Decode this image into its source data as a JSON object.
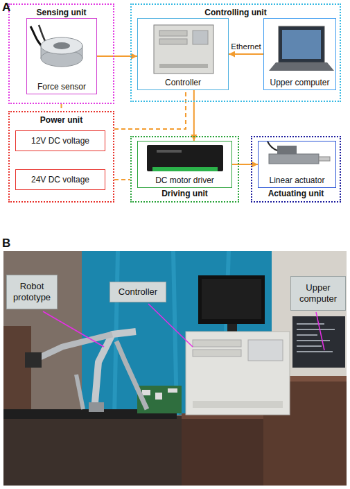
{
  "diagram": {
    "nodes": [
      {
        "text": [
          "Sensing unit"
        ]
      },
      {
        "text": [
          "Force sensor"
        ],
        "in": 0
      },
      {
        "text": [
          "Controlling unit"
        ]
      },
      {
        "text": [
          "Controller"
        ],
        "in": 2
      },
      {
        "text": [
          "Upper computer"
        ],
        "in": 2
      },
      {
        "text": [
          "Power unit"
        ]
      },
      {
        "text": [
          "12V DC voltage"
        ],
        "in": 5
      },
      {
        "text": [
          "24V DC voltage"
        ],
        "in": 5
      },
      {
        "text": [
          "Driving unit"
        ]
      },
      {
        "text": [
          "DC motor driver"
        ],
        "in": 8
      },
      {
        "text": [
          "Actuating unit"
        ]
      },
      {
        "text": [
          "Linear actuator"
        ],
        "in": 10
      },
      {
        "text": [
          "Robot prototype"
        ]
      },
      {
        "text": [
          "Controller"
        ]
      },
      {
        "text": [
          "Upper computer"
        ]
      }
    ],
    "edges": [
      {
        "from": 1,
        "to": 3,
        "arrow": "to"
      },
      {
        "from": 4,
        "to": 3,
        "label": "Ethernet",
        "arrow": "to"
      },
      {
        "from": 3,
        "to": 9,
        "arrow": "to"
      },
      {
        "from": 9,
        "to": 11,
        "arrow": "to"
      },
      {
        "from": 0,
        "to": 5,
        "arrow": "none"
      },
      {
        "from": 5,
        "to": 3,
        "arrow": "none"
      },
      {
        "from": 5,
        "to": 8,
        "arrow": "none"
      }
    ],
    "labels": [
      "A",
      "B"
    ]
  }
}
